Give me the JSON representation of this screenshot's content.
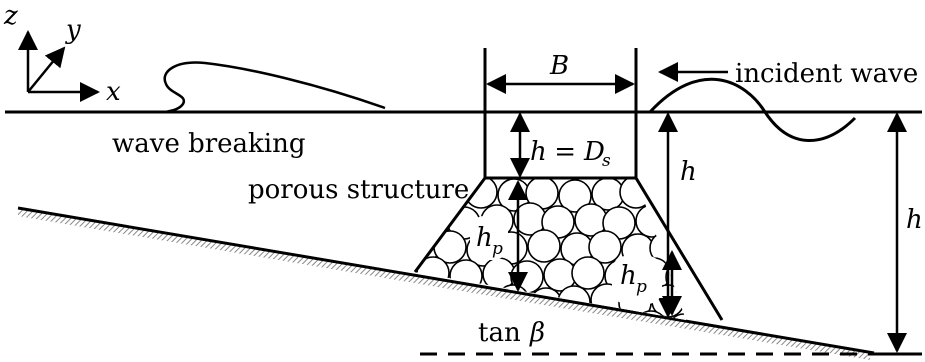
{
  "labels": {
    "axis_z": "z",
    "axis_y": "y",
    "axis_x": "x",
    "width_symbol": "B",
    "incident_wave": "incident wave",
    "wave_breaking": "wave breaking",
    "submergence_lhs": "h",
    "submergence_eq": " = ",
    "submergence_D": "D",
    "submergence_sub": "s",
    "depth_mid": "h",
    "depth_right": "h",
    "porous_structure": "porous structure",
    "hp_left": "h",
    "hp_left_sub": "p",
    "hp_right": "h",
    "hp_right_sub": "p",
    "slope_fn": "tan",
    "slope_symbol": "β"
  }
}
